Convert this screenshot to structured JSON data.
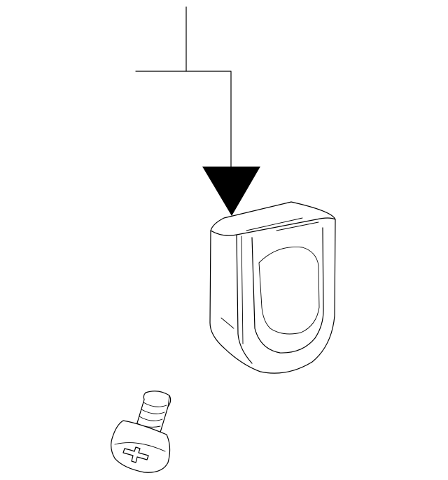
{
  "diagram": {
    "background_color": "#ffffff",
    "line_color": "#000000",
    "parts": [
      {
        "name": "callout-leader",
        "shape": "stepped leader line"
      },
      {
        "name": "direction-arrow-icon",
        "shape": "solid downward triangle"
      },
      {
        "name": "cover-cap",
        "shape": "rounded rectangular cap with U-shaped recess"
      },
      {
        "name": "phillips-screw-icon",
        "shape": "pan-head screw with cross recess"
      }
    ]
  }
}
